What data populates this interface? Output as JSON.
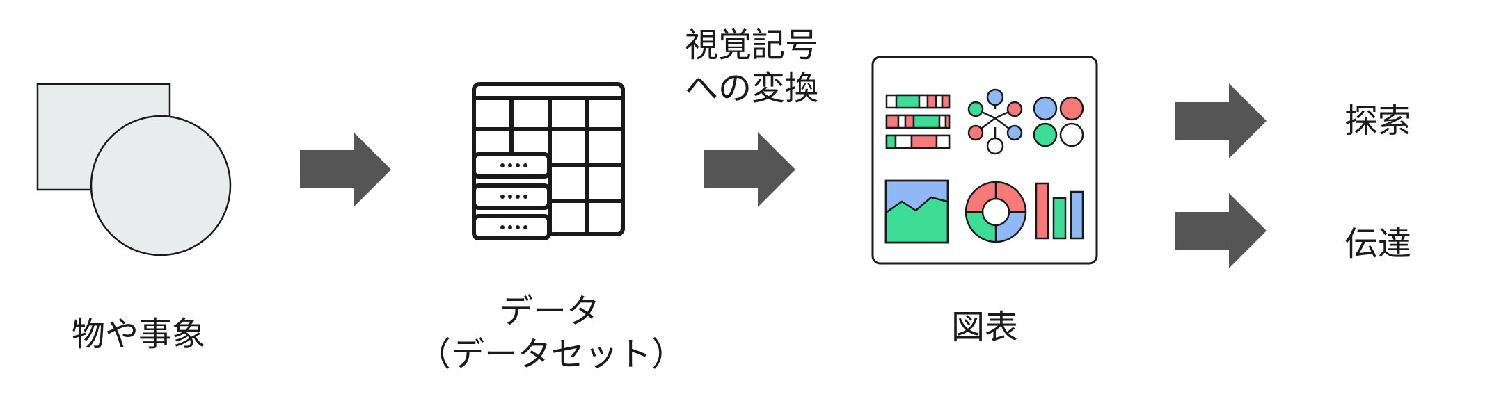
{
  "stages": [
    {
      "label": "物や事象"
    },
    {
      "label_line1": "データ",
      "label_line2": "（データセット）"
    },
    {
      "label": "図表"
    }
  ],
  "transform_label": {
    "line1": "視覚記号",
    "line2": "への変換"
  },
  "outputs": [
    {
      "label": "探索"
    },
    {
      "label": "伝達"
    }
  ],
  "colors": {
    "arrow": "#555555",
    "stroke": "#1a1a1a",
    "shape_fill": "#e9ecec",
    "green": "#3ddc97",
    "red": "#f77a7a",
    "blue": "#8fb8f5"
  }
}
